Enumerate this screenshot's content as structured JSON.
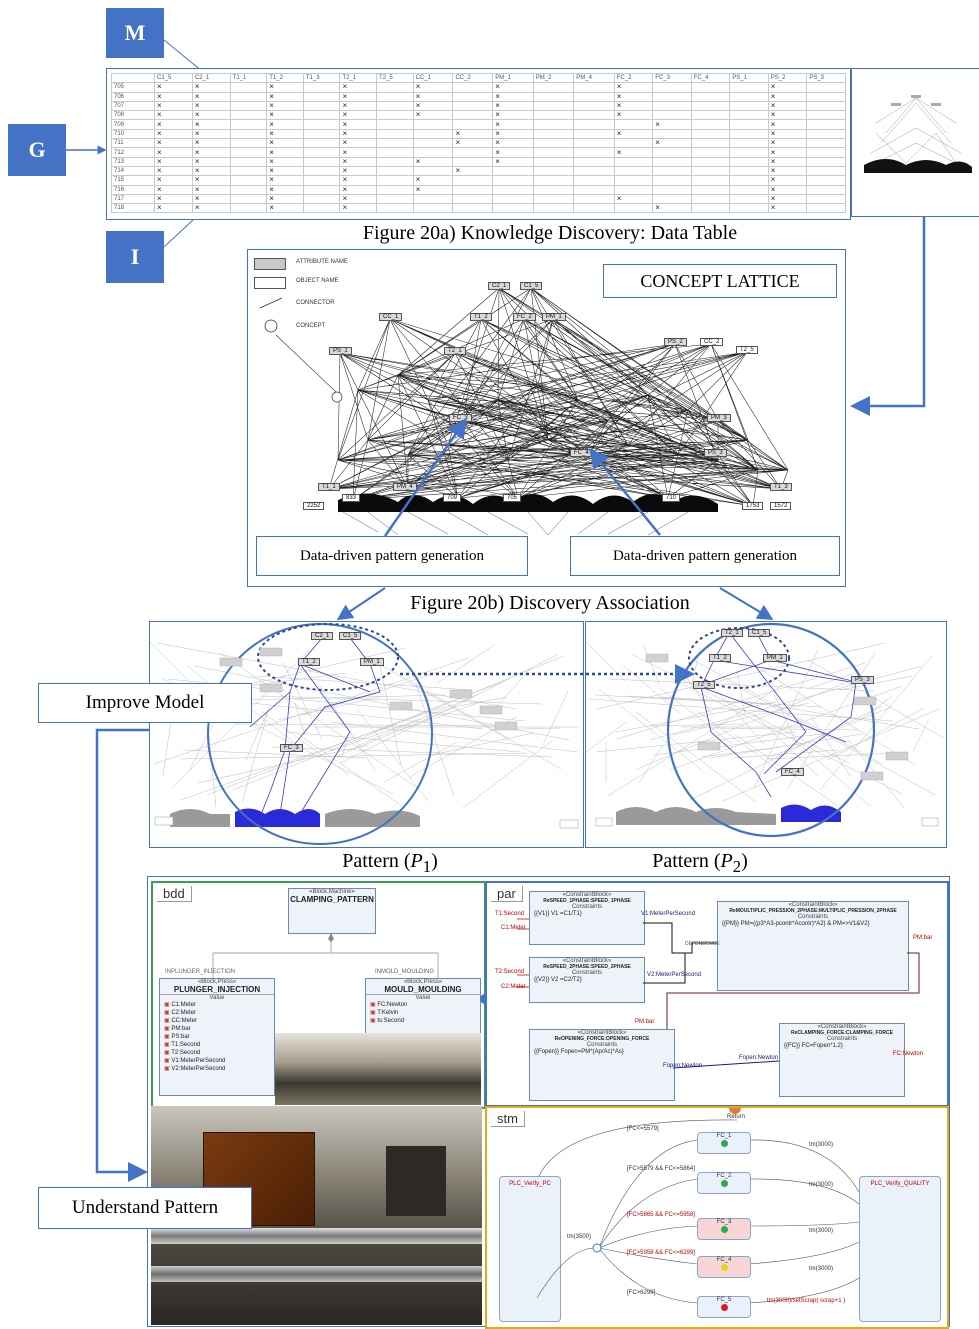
{
  "labels": {
    "m": "M",
    "g": "G",
    "i": "I"
  },
  "table": {
    "columns": [
      "",
      "C1_5",
      "C2_1",
      "T1_1",
      "T1_2",
      "T1_3",
      "T2_1",
      "T2_5",
      "CC_1",
      "CC_2",
      "PM_1",
      "PM_2",
      "PM_4",
      "FC_2",
      "FC_3",
      "FC_4",
      "PS_1",
      "PS_2",
      "PS_3"
    ],
    "rows": [
      "705",
      "706",
      "707",
      "708",
      "709",
      "710",
      "711",
      "712",
      "713",
      "714",
      "715",
      "716",
      "717",
      "718"
    ]
  },
  "captions": {
    "fig20a": "Figure 20a) Knowledge Discovery: Data Table",
    "fig20b": "Figure 20b) Discovery Association",
    "pattern1": "Pattern (",
    "pattern2": "Pattern ("
  },
  "lattice": {
    "title": "CONCEPT LATTICE",
    "legend": {
      "attr": "ATTRIBUTE NAME",
      "obj": "OBJECT NAME",
      "conn": "CONNECTOR",
      "concept": "CONCEPT"
    },
    "attributes": [
      "C2_1",
      "C1_5",
      "CC_1",
      "T1_2",
      "FC_2",
      "PM_1",
      "PS_1",
      "T2_1",
      "PS_2",
      "CC_2",
      "T2_5",
      "FC_3",
      "PM_3",
      "FC_4",
      "PS_3",
      "T1_1",
      "PM_4",
      "T1_3"
    ],
    "objects": [
      "2252",
      "833",
      "709",
      "705",
      "710",
      "1753",
      "1572"
    ],
    "callout_left": "Data-driven pattern generation",
    "callout_right": "Data-driven pattern generation"
  },
  "patterns": {
    "p1_attrs": [
      "C2_1",
      "C1_5",
      "T1_2",
      "PM_1",
      "FC_3"
    ],
    "p2_attrs": [
      "T2_1",
      "C1_5",
      "T1_2",
      "PM_1",
      "PS_3",
      "T2_5",
      "FC_4"
    ],
    "improve": "Improve Model",
    "understand": "Understand Pattern",
    "p_sub1": "1",
    "p_sub2": "2",
    "p_var": "P",
    "close": ")"
  },
  "bdd": {
    "tag": "bdd",
    "machine_stereo": "«Block,Machine»",
    "machine_name": "CLAMPING_PATTERN",
    "left_role": "INPLUNGER_INJECTION",
    "right_role": "INMOLD_MOULDING",
    "left_stereo": "«Block,Press»",
    "left_name": "PLUNGER_INJECTION",
    "left_values": "Value",
    "left_attrs": [
      "C1:Meter",
      "C2:Meter",
      "CC:Meter",
      "PM:bar",
      "PS:bar",
      "T1:Second",
      "T2:Second",
      "V1:MeterPerSecond",
      "V2:MeterPerSecond"
    ],
    "right_stereo": "«Block,Press»",
    "right_name": "MOULD_MOULDING",
    "right_values": "Value",
    "right_attrs": [
      "FC:Newton",
      "T:Kelvin",
      "ts:Second"
    ]
  },
  "par": {
    "tag": "par",
    "c1_stereo": "«ConstraintBlock»",
    "c1_name": "ReSPEED_1PHASE:SPEED_1PHASE",
    "c1_sub": "Constraints",
    "c1_eq": "{{V1}} V1 =C1/T1}",
    "c2_name": "ReSPEED_2PHASE:SPEED_2PHASE",
    "c2_eq": "{{V2}} V2 =C2/T2}",
    "c3_name": "ReMOULTIPLIC_PRESSION_2PHASE:MULTIPLIC_PRESSION_2PHASE",
    "c3_eq": "{{PM}} PM=((p3*A3-pcontr*Acontr)*A2} & PM=>V1&V2}",
    "c4_name": "ReOPENING_FORCE:OPENING_FORCE",
    "c4_eq": "{{Fopen}} Fopen=PM*(Ap/Ac)*As}",
    "c5_name": "ReCLAMPING_FORCE:CLAMPING_FORCE",
    "c5_eq": "{{FC}} FC=Fopen*1.2}",
    "ports": {
      "t1": "T1:Second",
      "c1": "C1:Meter",
      "t2": "T2:Second",
      "c2": "C2:Meter",
      "v1": "V1:MeterPerSecond",
      "v2": "V2:MeterPerSecond",
      "pm": "PM:bar",
      "pmbar": "PM:bar",
      "fopen1": "Fopen:Newton",
      "fopen2": "Fopen:Newton",
      "fc": "FC:Newton",
      "depends": "DEPENDENCE"
    }
  },
  "stm": {
    "tag": "stm",
    "return": "Return",
    "left_state": "PLC_Verify_PC",
    "right_state": "PLC_Verify_QUALITY",
    "tm": "tm(3500)",
    "states": [
      "FC_1",
      "FC_2",
      "FC_3",
      "FC_4",
      "FC_5"
    ],
    "guards": [
      "[FC<=5579]",
      "[FC>5579 && FC<=5864]",
      "[FC>5865 && FC<=5958]",
      "[FC>5958 && FC<=6299]",
      "[FC>6299]"
    ],
    "timers": [
      "tm(3000)",
      "tm(3000)",
      "tm(3000)",
      "tm(3000)",
      "tm(3000)/setScrap( scrap+1 )"
    ],
    "state_colors": [
      "#2fa84f",
      "#2fa84f",
      "#2fa84f",
      "#e8d21c",
      "#d62020"
    ]
  },
  "colors": {
    "blue": "#4472c4",
    "green": "#3c9a5a",
    "orange": "#e6a817"
  }
}
